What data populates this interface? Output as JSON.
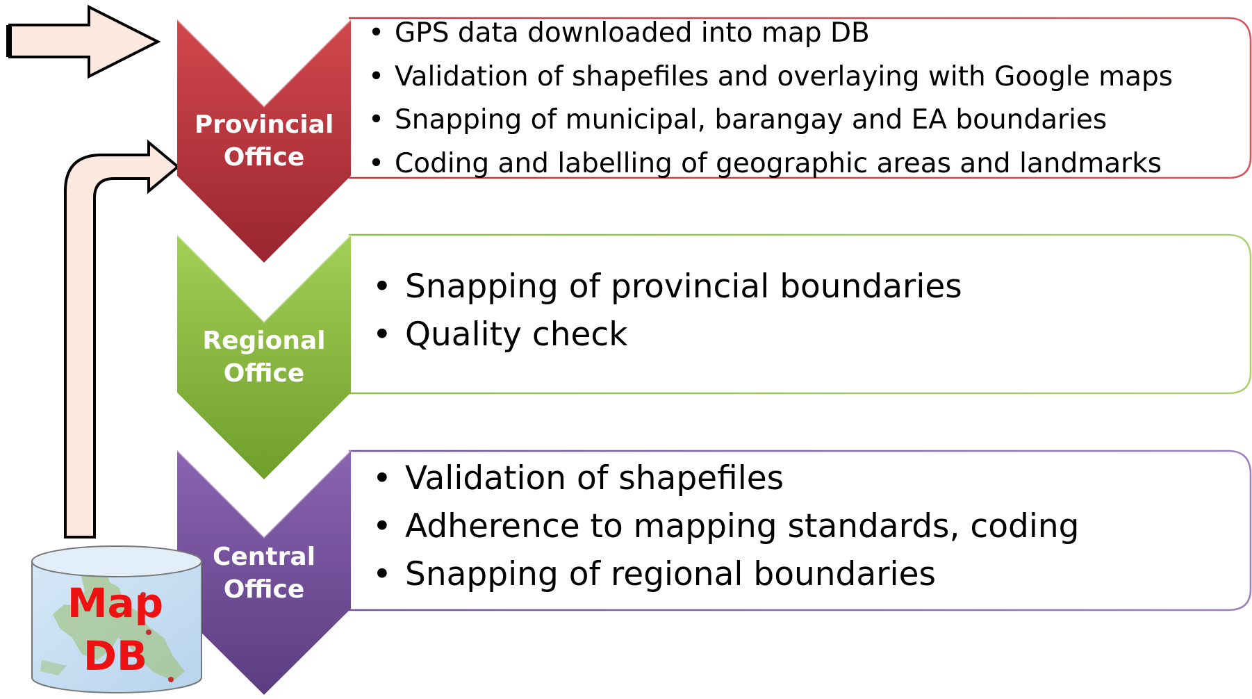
{
  "colors": {
    "provincial": "#b8323a",
    "regional": "#8cbe3a",
    "central": "#744f9c",
    "arrow_fill": "#fde9df",
    "db_label": "#ee1111"
  },
  "stages": [
    {
      "label_line1": "Provincial",
      "label_line2": "Office",
      "items": [
        "GPS data downloaded into map DB",
        "Validation of shapefiles and overlaying with Google maps",
        "Snapping of municipal, barangay and EA boundaries",
        "Coding and labelling of geographic areas and landmarks"
      ]
    },
    {
      "label_line1": "Regional",
      "label_line2": "Office",
      "items": [
        "Snapping of provincial boundaries",
        "Quality check"
      ]
    },
    {
      "label_line1": "Central",
      "label_line2": "Office",
      "items": [
        "Validation of shapefiles",
        "Adherence to mapping standards, coding",
        "Snapping of regional boundaries"
      ]
    }
  ],
  "database": {
    "label_line1": "Map",
    "label_line2": "DB",
    "icon": "database-cylinder-icon"
  }
}
